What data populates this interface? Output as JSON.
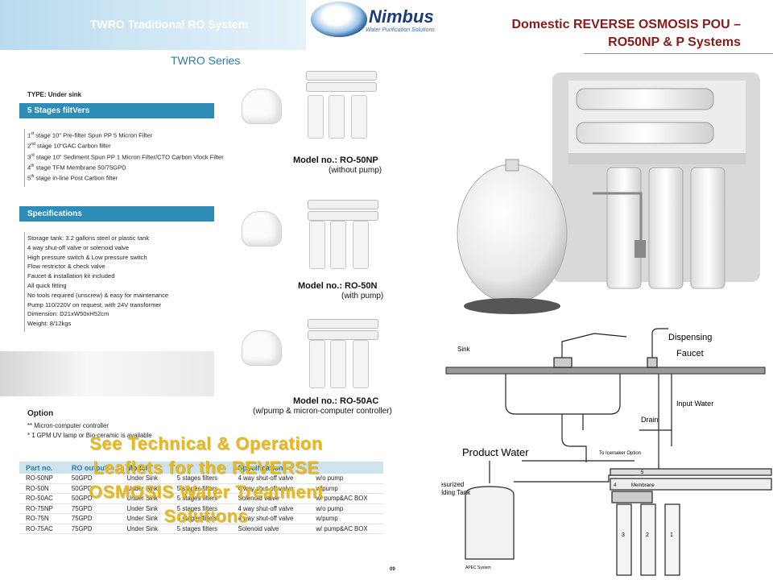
{
  "leaflet": {
    "header": "TWRO Traditional RO System",
    "series": "TWRO Series",
    "type_label": "TYPE: Under sink",
    "stages_bar": "5 Stages  filtVers",
    "stages": [
      {
        "num": "1",
        "sup": "st",
        "text": " stage 10\" Pre-filter Spun PP 5 Micron Filter"
      },
      {
        "num": "2",
        "sup": "nd",
        "text": " stage 10\"GAC Carbon filter"
      },
      {
        "num": "3",
        "sup": "rd",
        "text": " stage 10\" Sediment Spun PP 1 Micron Filter/CTO Carbon Vlock Filter"
      },
      {
        "num": "4",
        "sup": "th",
        "text": " stage TFM Membrane 50/75GPD"
      },
      {
        "num": "5",
        "sup": "th",
        "text": " stage in-line Post Carbon filter"
      }
    ],
    "spec_bar": "Specifications",
    "specs": [
      "Storage tank: 3.2 gallons steel or plastic tank",
      "4 way shut-off valve or solenoid valve",
      "High pressure switch & Low pressure switch",
      "Flow restrictor & check valve",
      "Faucet & installation kit included",
      "All quick fitting",
      "No tools required (unscrew) & easy for maintenance",
      "Pump 110/220V on request, with 24V transformer",
      "Dimension: D21xW50xH52cm",
      "Weight: 8/12kgs"
    ],
    "models": [
      {
        "name": "Model no.: RO-50NP",
        "sub": "(without pump)"
      },
      {
        "name": "Model no.: RO-50N",
        "sub": "(with pump)"
      },
      {
        "name": "Model no.: RO-50AC",
        "sub": "(w/pump & micron-computer controller)"
      }
    ],
    "option_title": "Option",
    "options": [
      "** Micron-computer controller",
      "* 1 GPM UV lamp or Bio-ceramic is available"
    ],
    "table": {
      "headers": [
        "Part no.",
        "RO output",
        "Model",
        "",
        "Specification",
        ""
      ],
      "rows": [
        [
          "RO-50NP",
          "50GPD",
          "Under Sink",
          "5 stages filters",
          "4 way shut-off valve",
          "w/o pump"
        ],
        [
          "RO-50N",
          "50GPD",
          "Under Sink",
          "5 stages filters",
          "4 way shut-off valve",
          "w/pump"
        ],
        [
          "RO-50AC",
          "50GPD",
          "Under Sink",
          "5 stages filters",
          "Solenoid valve",
          "w/ pump&AC BOX"
        ],
        [
          "RO-75NP",
          "75GPD",
          "Under Sink",
          "5 stages filters",
          "4 way shut-off valve",
          "w/o pump"
        ],
        [
          "RO-75N",
          "75GPD",
          "Under Sink",
          "5 stages filters",
          "4 way shut-off valve",
          "w/pump"
        ],
        [
          "RO-75AC",
          "75GPD",
          "Under Sink",
          "5 stages filters",
          "Solenoid valve",
          "w/ pump&AC BOX"
        ]
      ]
    },
    "page_number": "09"
  },
  "overlay_text": "See Technical & Operation Leaflets for the REVERSE OSMOSIS Water Treatment Solutions",
  "logo": {
    "name": "Nimbus",
    "tagline": "Water Purification Solutions"
  },
  "title": {
    "line1": "Domestic REVERSE OSMOSIS POU –",
    "line2": "RO50NP & P Systems"
  },
  "diagram": {
    "labels": {
      "sink": "Sink",
      "dispensing": "Dispensing",
      "faucet": "Faucet",
      "input_water": "Input Water",
      "drain": "Drain",
      "product_water": "Product Water",
      "icemaker": "To Icemaker Option",
      "tank": "Presurized\nHolding Tank",
      "membrane": "Membrane",
      "stage5": "5",
      "stage4": "4",
      "stage3": "3",
      "stage2": "2",
      "stage1": "1",
      "apec": "APEC System"
    }
  },
  "colors": {
    "accent_blue": "#2d8db8",
    "title_red": "#8b1a1a",
    "overlay_gold": "#e7b91c"
  }
}
